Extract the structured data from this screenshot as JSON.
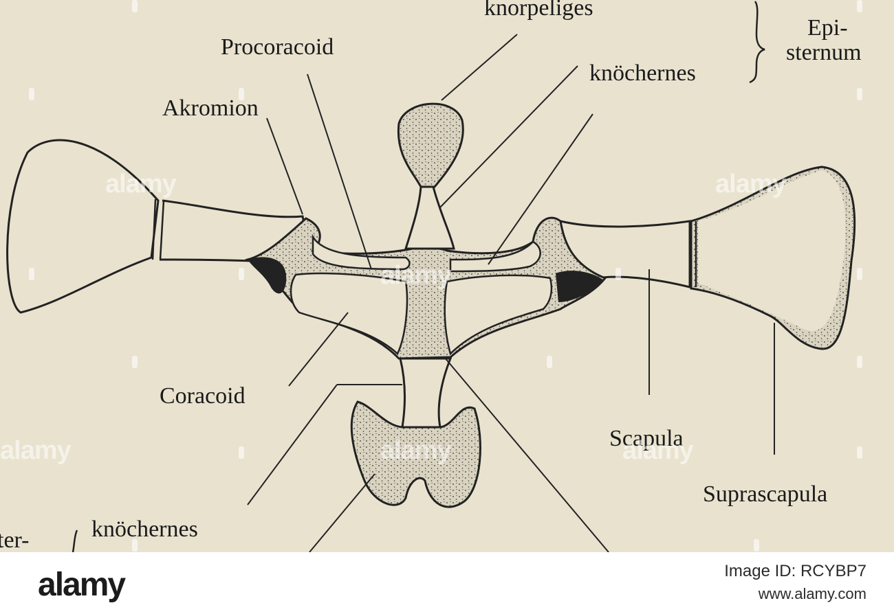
{
  "labels": {
    "knorpeliges": "knorpeliges",
    "procoracoid": "Procoracoid",
    "epi": "Epi-",
    "sternum": "sternum",
    "knochernes_top": "knöchernes",
    "akromion": "Akromion",
    "coracoid": "Coracoid",
    "scapula": "Scapula",
    "suprascapula": "Suprascapula",
    "ster_partial": "ter-",
    "knochernes_bottom": "knöchernes"
  },
  "watermark": {
    "text": "alamy"
  },
  "footer": {
    "brand": "alamy",
    "image_id": "Image ID: RCYBP7",
    "site": "www.alamy.com"
  }
}
